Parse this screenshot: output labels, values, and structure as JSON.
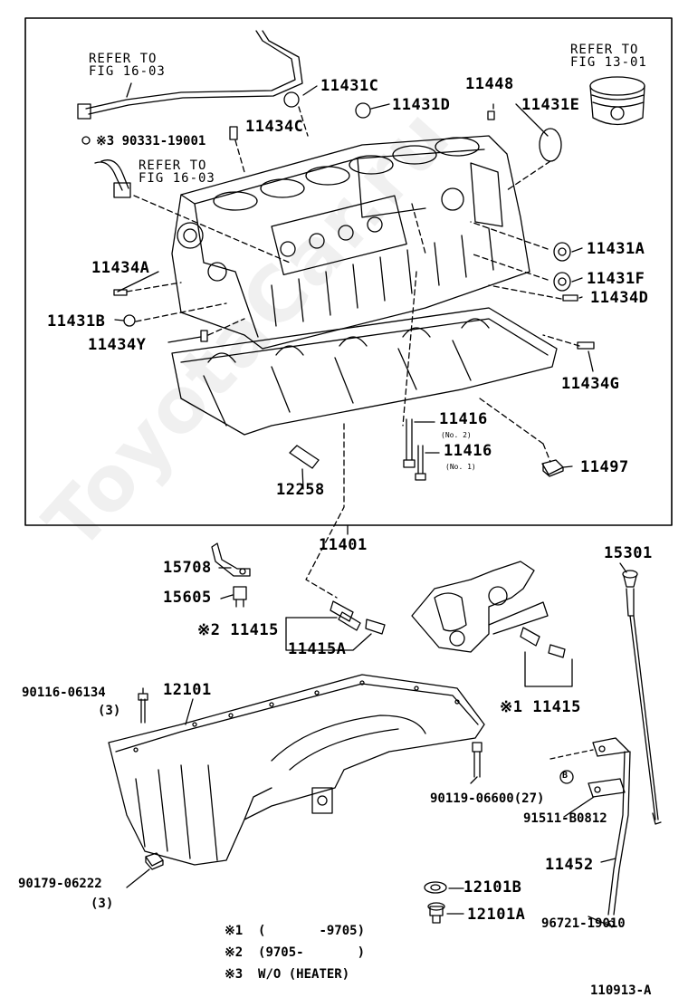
{
  "labels": {
    "refer_fig_1603_a": "REFER TO\nFIG 16-03",
    "refer_fig_1603_b": "REFER TO\nFIG 16-03",
    "refer_fig_1301": "REFER TO\nFIG 13-01",
    "p90331": "※3 90331-19001",
    "p11434C": "11434C",
    "p11431C": "11431C",
    "p11448": "11448",
    "p11431D": "11431D",
    "p11431E": "11431E",
    "p11431A": "11431A",
    "p11431F": "11431F",
    "p11434D": "11434D",
    "p11434A": "11434A",
    "p11431B": "11431B",
    "p11434Y": "11434Y",
    "p11434G": "11434G",
    "p11416_2": "11416",
    "p11416_2_note": "(No. 2)",
    "p11416_1": "11416",
    "p11416_1_note": "(No. 1)",
    "p11497": "11497",
    "p12258": "12258",
    "p11401": "11401",
    "p15708": "15708",
    "p15605": "15605",
    "p11415_a": "※2 11415",
    "p11415A": "11415A",
    "p15301": "15301",
    "p11415_b": "※1 11415",
    "p90116": "90116-06134",
    "p90116_qty": "(3)",
    "p12101": "12101",
    "p90119": "90119-06600(27)",
    "p91511": "91511-B0812",
    "p11452": "11452",
    "p90179": "90179-06222",
    "p90179_qty": "(3)",
    "p12101B": "12101B",
    "p12101A": "12101A",
    "p96721": "96721-19010",
    "circle_B": "B",
    "note1": "※1  (       -9705)",
    "note2": "※2  (9705-       )",
    "note3": "※3  W/O (HEATER)",
    "fig_id": "110913-A"
  },
  "watermark": "ToyotaCar.ru"
}
